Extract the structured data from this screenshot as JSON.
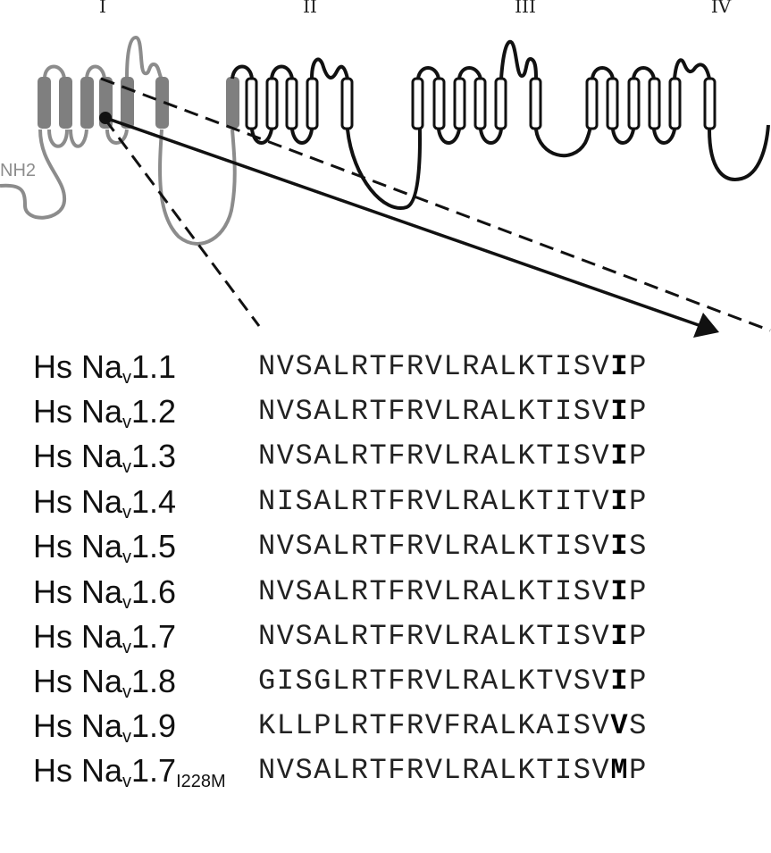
{
  "domains": [
    "I",
    "II",
    "III",
    "IV"
  ],
  "terminal_label": "NH2",
  "colors": {
    "domain1": "#8c8c8c",
    "domain1_helix": "#7f7f7f",
    "other_domains": "#111111",
    "highlight": "#000000"
  },
  "alignment": {
    "rows": [
      {
        "prefix": "Hs Na",
        "sub": "v",
        "suffix": "1.1",
        "suffix_sub": "",
        "seq_before": "NVSALRTFRVLRALKTISV",
        "residue": "I",
        "seq_after": "P"
      },
      {
        "prefix": "Hs Na",
        "sub": "v",
        "suffix": "1.2",
        "suffix_sub": "",
        "seq_before": "NVSALRTFRVLRALKTISV",
        "residue": "I",
        "seq_after": "P"
      },
      {
        "prefix": "Hs Na",
        "sub": "v",
        "suffix": "1.3",
        "suffix_sub": "",
        "seq_before": "NVSALRTFRVLRALKTISV",
        "residue": "I",
        "seq_after": "P"
      },
      {
        "prefix": "Hs Na",
        "sub": "v",
        "suffix": "1.4",
        "suffix_sub": "",
        "seq_before": "NISALRTFRVLRALKTITV",
        "residue": "I",
        "seq_after": "P"
      },
      {
        "prefix": "Hs Na",
        "sub": "v",
        "suffix": "1.5",
        "suffix_sub": "",
        "seq_before": "NVSALRTFRVLRALKTISV",
        "residue": "I",
        "seq_after": "S"
      },
      {
        "prefix": "Hs Na",
        "sub": "v",
        "suffix": "1.6",
        "suffix_sub": "",
        "seq_before": "NVSALRTFRVLRALKTISV",
        "residue": "I",
        "seq_after": "P"
      },
      {
        "prefix": "Hs Na",
        "sub": "v",
        "suffix": "1.7",
        "suffix_sub": "",
        "seq_before": "NVSALRTFRVLRALKTISV",
        "residue": "I",
        "seq_after": "P"
      },
      {
        "prefix": "Hs Na",
        "sub": "v",
        "suffix": "1.8",
        "suffix_sub": "",
        "seq_before": "GISGLRTFRVLRALKTVSV",
        "residue": "I",
        "seq_after": "P"
      },
      {
        "prefix": "Hs Na",
        "sub": "v",
        "suffix": "1.9",
        "suffix_sub": "",
        "seq_before": "KLLPLRTFRVFRALKAISV",
        "residue": "V",
        "seq_after": "S"
      },
      {
        "prefix": "Hs Na",
        "sub": "v",
        "suffix": "1.7",
        "suffix_sub": "I228M",
        "seq_before": "NVSALRTFRVLRALKTISV",
        "residue": "M",
        "seq_after": "P"
      }
    ]
  }
}
